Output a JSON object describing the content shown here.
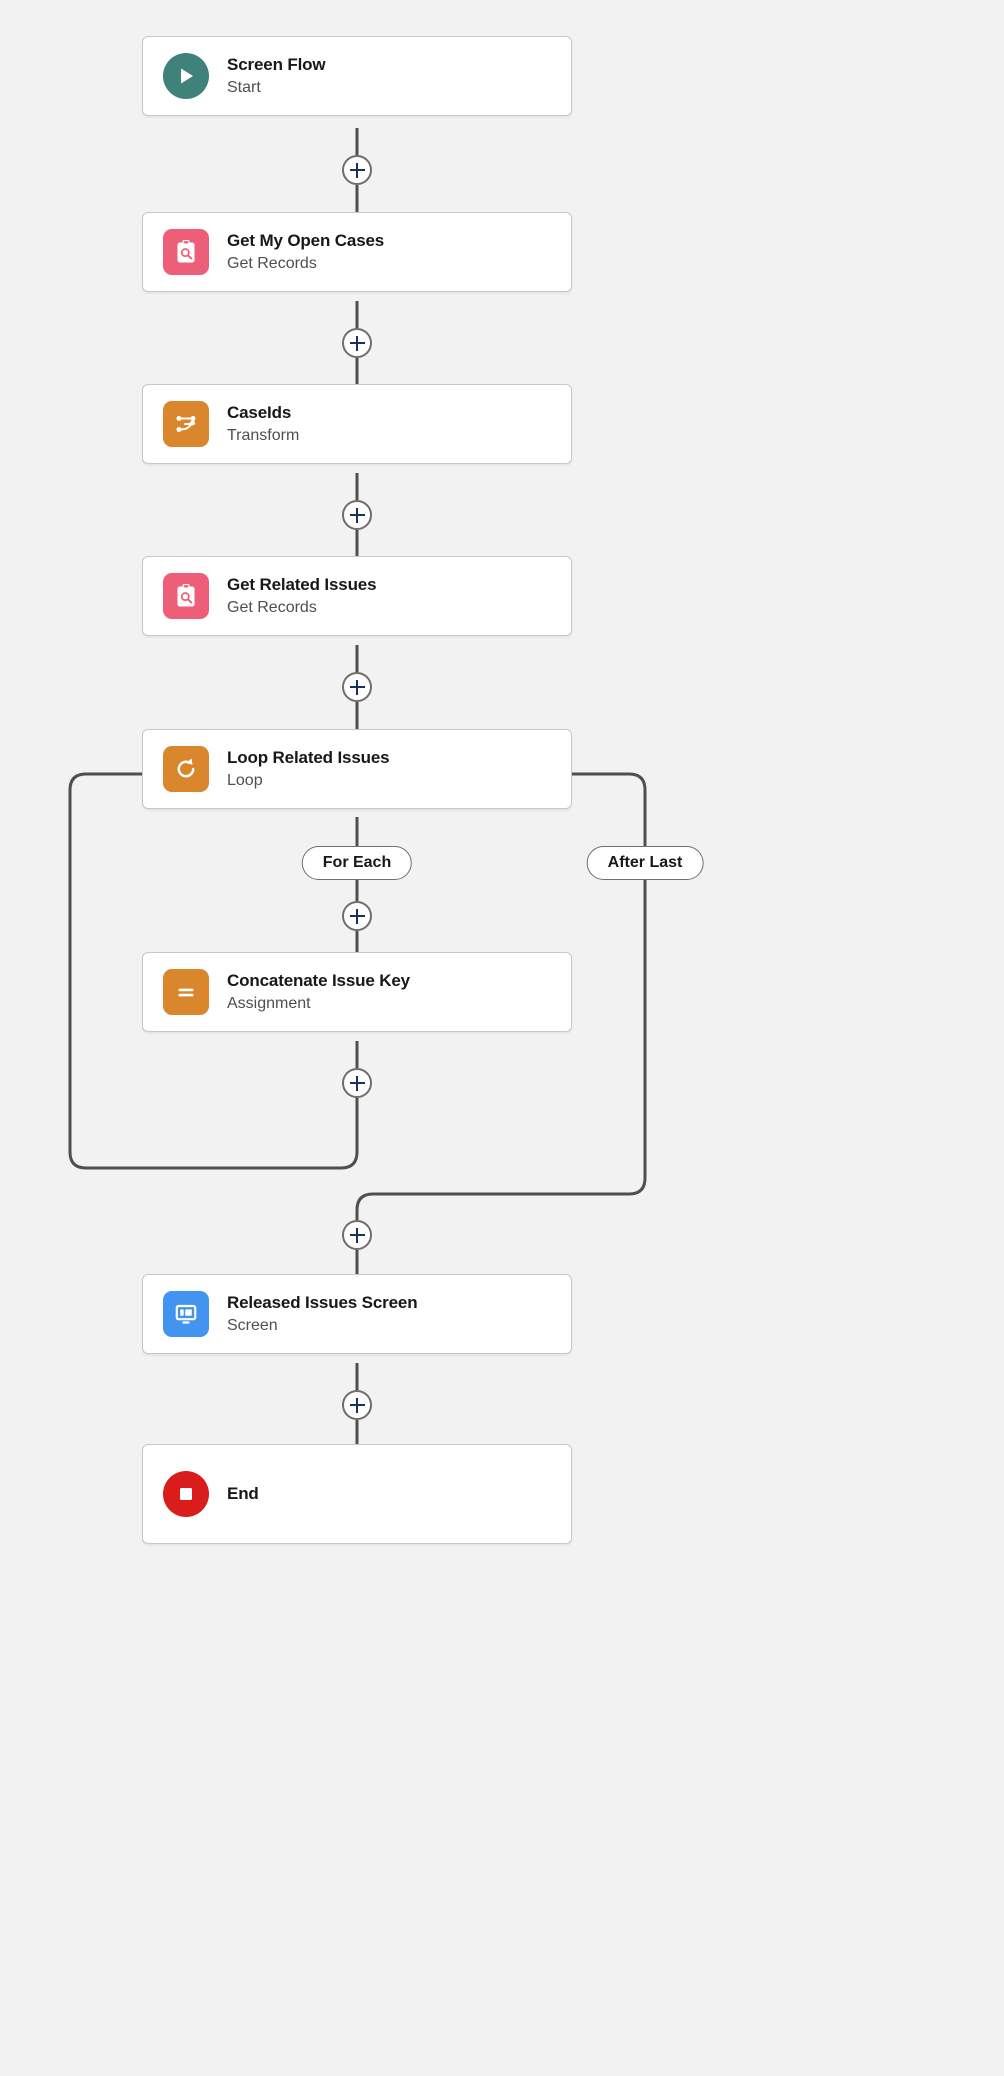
{
  "canvas": {
    "background_color": "#f3f2f2",
    "connector_color": "#514f4d",
    "plus_icon_color": "#16325c"
  },
  "nodes": [
    {
      "id": "start",
      "title": "Screen Flow",
      "subtitle": "Start",
      "icon": "play-icon",
      "icon_color": "#3e8279",
      "icon_shape": "circle"
    },
    {
      "id": "get-my-open-cases",
      "title": "Get My Open Cases",
      "subtitle": "Get Records",
      "icon": "get-records-icon",
      "icon_color": "#ed5f79",
      "icon_shape": "rounded-square"
    },
    {
      "id": "caseids",
      "title": "CaseIds",
      "subtitle": "Transform",
      "icon": "transform-icon",
      "icon_color": "#d9862c",
      "icon_shape": "rounded-square"
    },
    {
      "id": "get-related-issues",
      "title": "Get Related Issues",
      "subtitle": "Get Records",
      "icon": "get-records-icon",
      "icon_color": "#ed5f79",
      "icon_shape": "rounded-square"
    },
    {
      "id": "loop-related-issues",
      "title": "Loop Related Issues",
      "subtitle": "Loop",
      "icon": "loop-icon",
      "icon_color": "#d9862c",
      "icon_shape": "rounded-square"
    },
    {
      "id": "concatenate-issue-key",
      "title": "Concatenate Issue Key",
      "subtitle": "Assignment",
      "icon": "assignment-icon",
      "icon_color": "#d9862c",
      "icon_shape": "rounded-square"
    },
    {
      "id": "released-issues-screen",
      "title": "Released Issues Screen",
      "subtitle": "Screen",
      "icon": "screen-icon",
      "icon_color": "#4294f0",
      "icon_shape": "rounded-square"
    },
    {
      "id": "end",
      "title": "End",
      "subtitle": "",
      "icon": "end-icon",
      "icon_color": "#d91c1c",
      "icon_shape": "circle"
    }
  ],
  "branch_labels": {
    "for_each": "For Each",
    "after_last": "After Last"
  },
  "add_buttons": [
    {
      "id": "add-after-start",
      "label": "+"
    },
    {
      "id": "add-after-get-my-open-cases",
      "label": "+"
    },
    {
      "id": "add-after-caseids",
      "label": "+"
    },
    {
      "id": "add-after-get-related-issues",
      "label": "+"
    },
    {
      "id": "add-in-loop-for-each",
      "label": "+"
    },
    {
      "id": "add-after-concatenate",
      "label": "+"
    },
    {
      "id": "add-after-loop-merge",
      "label": "+"
    },
    {
      "id": "add-after-screen",
      "label": "+"
    }
  ]
}
